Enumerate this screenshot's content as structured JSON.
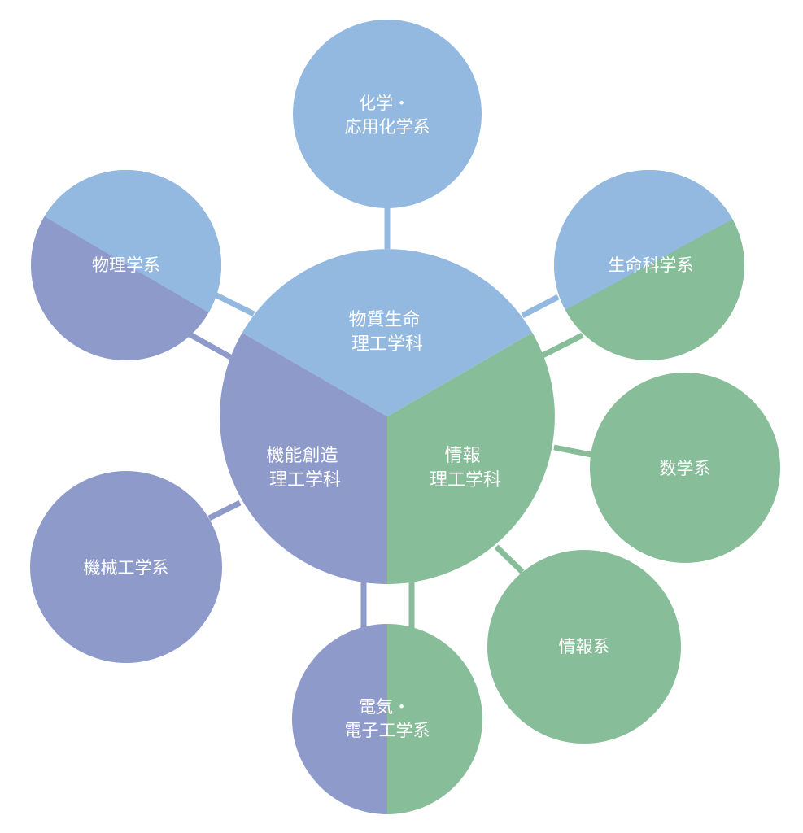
{
  "colors": {
    "blue": "#94B9E0",
    "purple": "#8E9ACA",
    "green": "#87BD98",
    "background": "#FFFFFF"
  },
  "center": {
    "segments": {
      "top": {
        "lines": [
          "物質生命",
          "理工学科"
        ],
        "color": "blue"
      },
      "left": {
        "lines": [
          "機能創造",
          "理工学科"
        ],
        "color": "purple"
      },
      "right": {
        "lines": [
          "情報",
          "理工学科"
        ],
        "color": "green"
      }
    }
  },
  "nodes": {
    "chemistry": {
      "lines": [
        "化学・",
        "応用化学系"
      ],
      "colors": [
        "blue"
      ]
    },
    "physics": {
      "lines": [
        "物理学系"
      ],
      "colors": [
        "blue",
        "purple"
      ]
    },
    "life_science": {
      "lines": [
        "生命科学系"
      ],
      "colors": [
        "blue",
        "green"
      ]
    },
    "mathematics": {
      "lines": [
        "数学系"
      ],
      "colors": [
        "green"
      ]
    },
    "information": {
      "lines": [
        "情報系"
      ],
      "colors": [
        "green"
      ]
    },
    "electrical": {
      "lines": [
        "電気・",
        "電子工学系"
      ],
      "colors": [
        "purple",
        "green"
      ]
    },
    "mechanical": {
      "lines": [
        "機械工学系"
      ],
      "colors": [
        "purple"
      ]
    }
  }
}
